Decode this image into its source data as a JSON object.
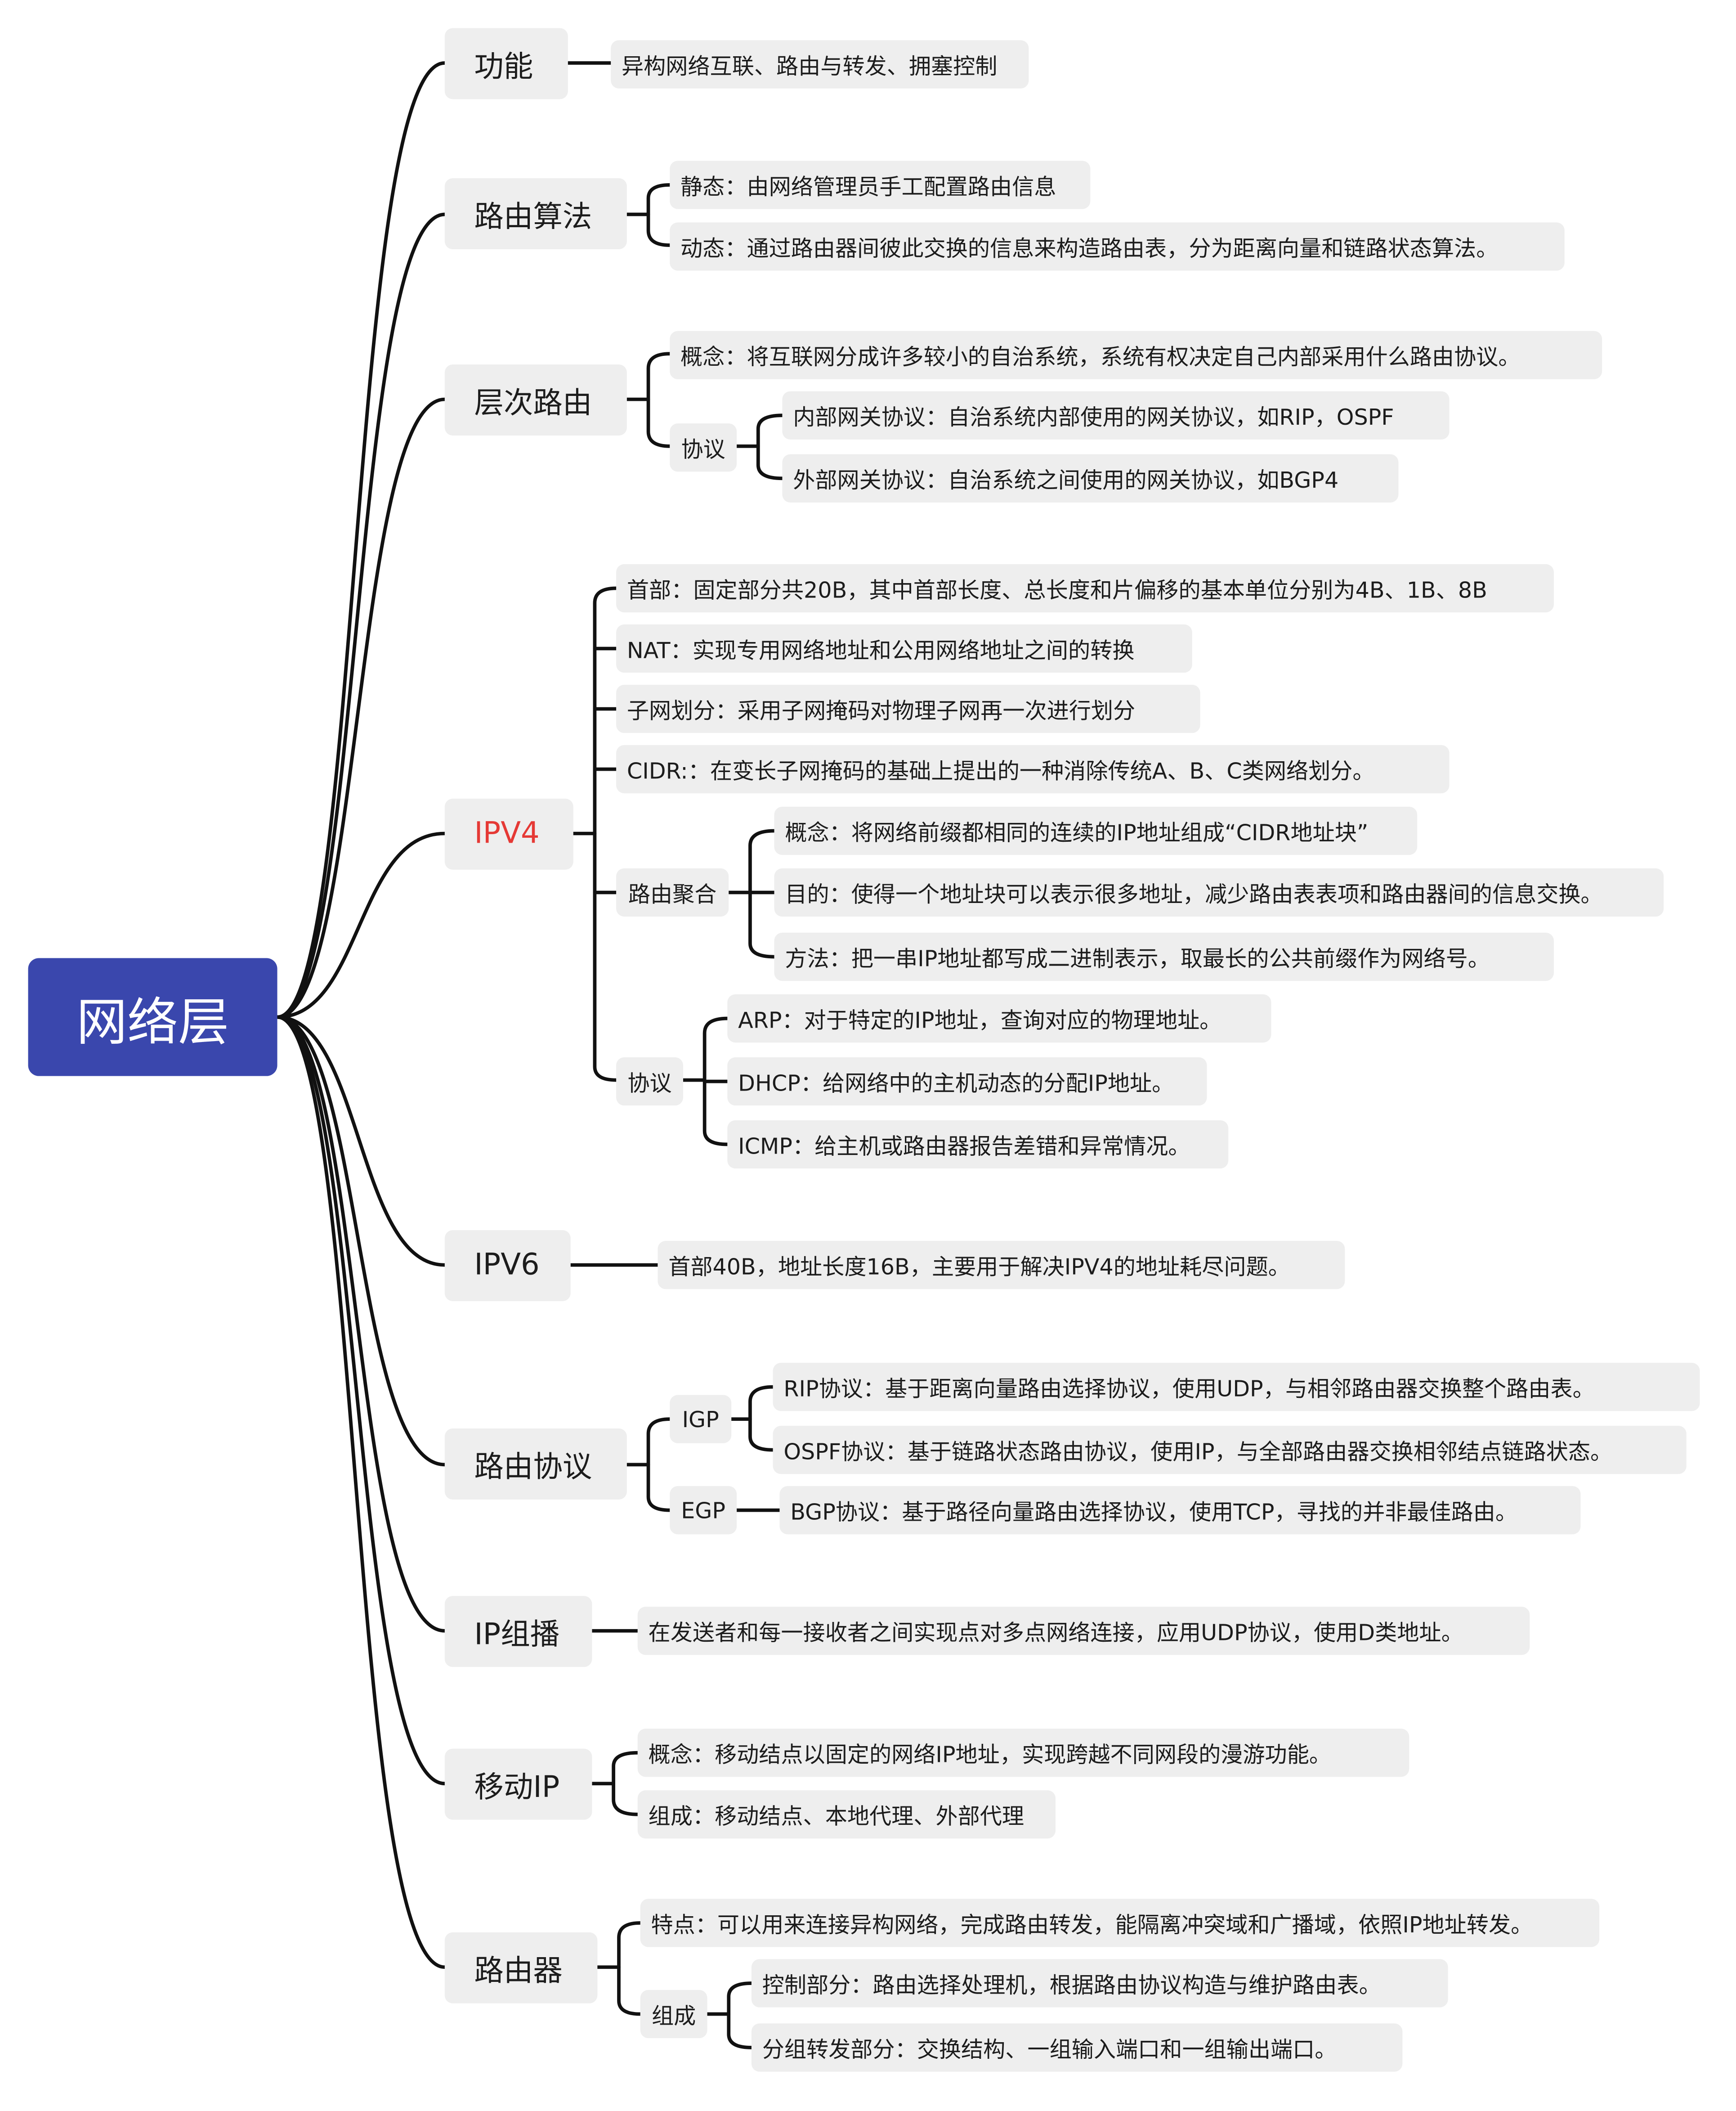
{
  "root": "网络层",
  "accent_color": "#e53935",
  "root_color": "#3a47ad",
  "b1": {
    "label": "功能",
    "items": [
      "异构网络互联、路由与转发、拥塞控制"
    ]
  },
  "b2": {
    "label": "路由算法",
    "items": [
      "静态：由网络管理员手工配置路由信息",
      "动态：通过路由器间彼此交换的信息来构造路由表，分为距离向量和链路状态算法。"
    ]
  },
  "b3": {
    "label": "层次路由",
    "concept": "概念：将互联网分成许多较小的自治系统，系统有权决定自己内部采用什么路由协议。",
    "proto_label": "协议",
    "proto_items": [
      "内部网关协议：自治系统内部使用的网关协议，如RIP，OSPF",
      "外部网关协议：自治系统之间使用的网关协议，如BGP4"
    ]
  },
  "b4": {
    "label": "IPV4",
    "items": [
      "首部：固定部分共20B，其中首部长度、总长度和片偏移的基本单位分别为4B、1B、8B",
      "NAT：实现专用网络地址和公用网络地址之间的转换",
      "子网划分：采用子网掩码对物理子网再一次进行划分",
      "CIDR:：在变长子网掩码的基础上提出的一种消除传统A、B、C类网络划分。"
    ],
    "agg_label": "路由聚合",
    "agg_items": [
      "概念：将网络前缀都相同的连续的IP地址组成“CIDR地址块”",
      "目的：使得一个地址块可以表示很多地址，减少路由表表项和路由器间的信息交换。",
      "方法：把一串IP地址都写成二进制表示，取最长的公共前缀作为网络号。"
    ],
    "proto_label": "协议",
    "proto_items": [
      "ARP：对于特定的IP地址，查询对应的物理地址。",
      "DHCP：给网络中的主机动态的分配IP地址。",
      "ICMP：给主机或路由器报告差错和异常情况。"
    ]
  },
  "b5": {
    "label": "IPV6",
    "items": [
      "首部40B，地址长度16B，主要用于解决IPV4的地址耗尽问题。"
    ]
  },
  "b6": {
    "label": "路由协议",
    "igp_label": "IGP",
    "igp_items": [
      "RIP协议：基于距离向量路由选择协议，使用UDP，与相邻路由器交换整个路由表。",
      "OSPF协议：基于链路状态路由协议，使用IP，与全部路由器交换相邻结点链路状态。"
    ],
    "egp_label": "EGP",
    "egp_items": [
      "BGP协议：基于路径向量路由选择协议，使用TCP，寻找的并非最佳路由。"
    ]
  },
  "b7": {
    "label": "IP组播",
    "items": [
      "在发送者和每一接收者之间实现点对多点网络连接，应用UDP协议，使用D类地址。"
    ]
  },
  "b8": {
    "label": "移动IP",
    "items": [
      "概念：移动结点以固定的网络IP地址，实现跨越不同网段的漫游功能。",
      "组成：移动结点、本地代理、外部代理"
    ]
  },
  "b9": {
    "label": "路由器",
    "feature": "特点：可以用来连接异构网络，完成路由转发，能隔离冲突域和广播域，依照IP地址转发。",
    "comp_label": "组成",
    "comp_items": [
      "控制部分：路由选择处理机，根据路由协议构造与维护路由表。",
      "分组转发部分：交换结构、一组输入端口和一组输出端口。"
    ]
  }
}
